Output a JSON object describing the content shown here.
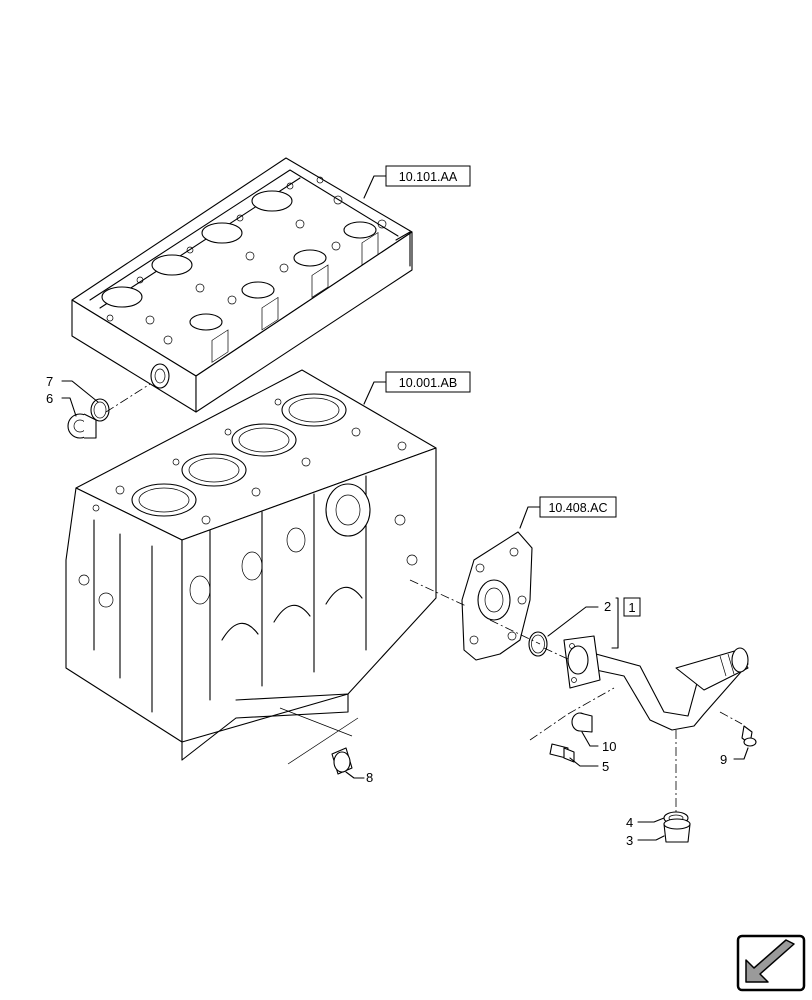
{
  "references": {
    "cylinder_head": "10.101.AA",
    "engine_block": "10.001.AB",
    "housing": "10.408.AC"
  },
  "group_box_number": "1",
  "callouts": {
    "c2": "2",
    "c3": "3",
    "c4": "4",
    "c5": "5",
    "c6": "6",
    "c7": "7",
    "c8": "8",
    "c9": "9",
    "c10": "10"
  },
  "nav_icon": "next-page-arrow-icon"
}
